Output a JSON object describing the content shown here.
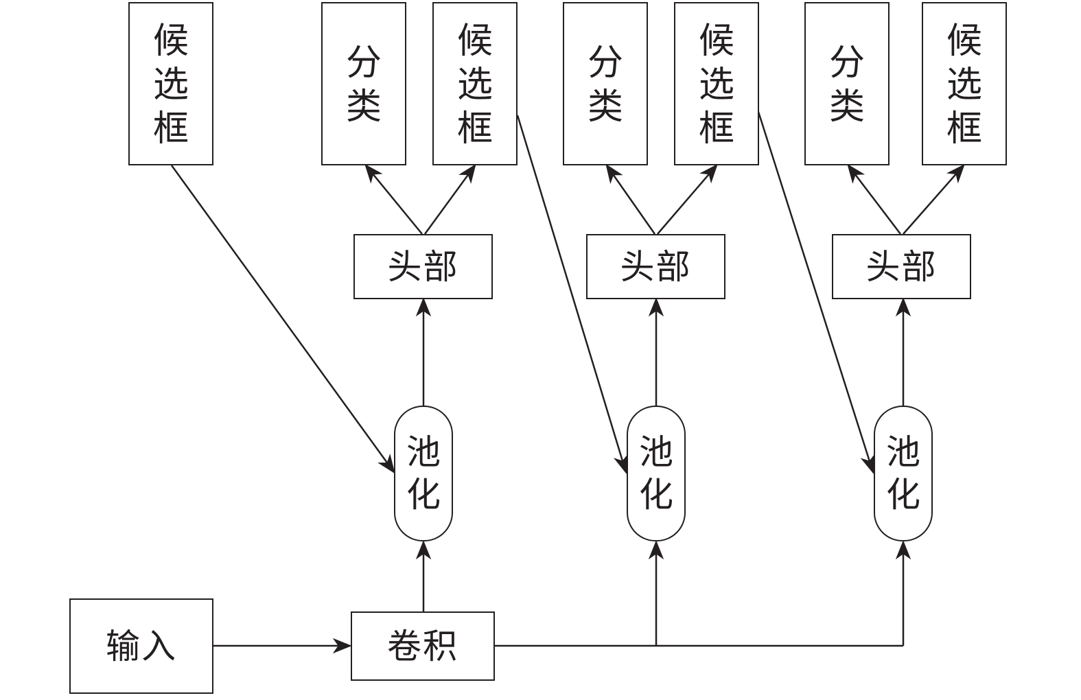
{
  "nodes": {
    "input": "输入",
    "conv": "卷积",
    "top_proposal": "候选框",
    "stage1": {
      "pool": "池化",
      "head": "头部",
      "cls": "分类",
      "box": "候选框"
    },
    "stage2": {
      "pool": "池化",
      "head": "头部",
      "cls": "分类",
      "box": "候选框"
    },
    "stage3": {
      "pool": "池化",
      "head": "头部",
      "cls": "分类",
      "box": "候选框"
    }
  },
  "colors": {
    "stroke": "#231f20",
    "background": "#ffffff"
  }
}
